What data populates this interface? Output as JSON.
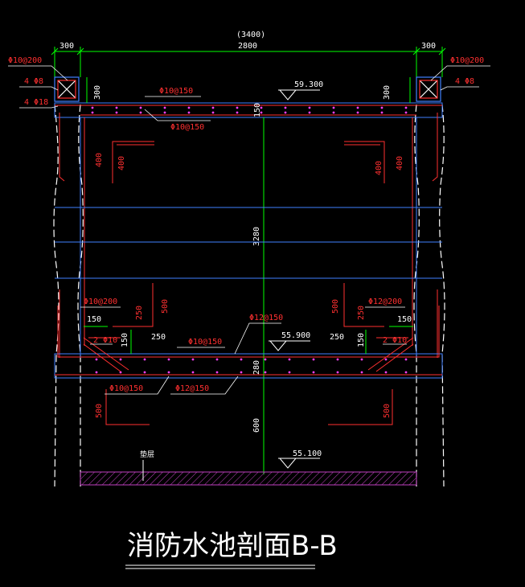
{
  "title": "消防水池剖面B-B",
  "dimensions": {
    "total_bracket": "(3400)",
    "inner_width": "2800",
    "left_wall": "300",
    "right_wall": "300",
    "top_slab_h_left": "300",
    "top_slab_h_right": "300",
    "top_slab": "150",
    "height_main": "3280",
    "mid_slab": "280",
    "lower_height": "600",
    "haunch_left_h": "150",
    "haunch_right_h": "150",
    "haunch_left_v": "150",
    "haunch_right_v": "150",
    "haunch_left_250": "250",
    "haunch_right_250": "250",
    "vert_250_left": "250",
    "vert_250_right": "250",
    "anchor_400_a": "400",
    "anchor_400_b": "400",
    "anchor_400_c": "400",
    "anchor_400_d": "400",
    "anchor_500_a": "500",
    "anchor_500_b": "500",
    "anchor_500_c": "500",
    "anchor_500_d": "500"
  },
  "elevations": {
    "top": "59.300",
    "middle": "55.900",
    "bottom": "55.100"
  },
  "rebar": {
    "left_top": "Φ10@200",
    "left_4b": "4 Φ8",
    "left_4b18": "4 Φ18",
    "right_top": "Φ10@200",
    "right_4b": "4 Φ8",
    "slab_top_1": "Φ10@150",
    "slab_top_2": "Φ10@150",
    "left_wall": "Φ10@200",
    "right_wall": "Φ12@200",
    "left_2b10": "2 Φ10",
    "right_2b10": "2 Φ10",
    "mid_slab_top": "Φ10@150",
    "mid_slab_center": "Φ12@150",
    "mid_bottom_1": "Φ10@150",
    "mid_bottom_2": "Φ12@150"
  },
  "labels": {
    "cushion": "垫层"
  }
}
